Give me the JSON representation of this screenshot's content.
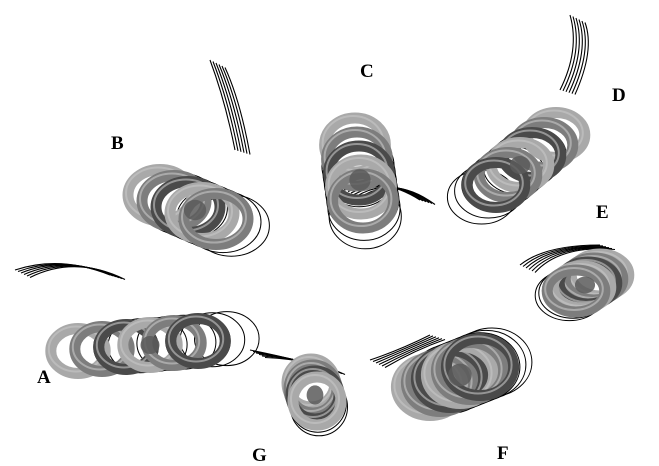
{
  "helices": [
    {
      "id": "A",
      "label": "A"
    },
    {
      "id": "B",
      "label": "B"
    },
    {
      "id": "C",
      "label": "C"
    },
    {
      "id": "D",
      "label": "D"
    },
    {
      "id": "E",
      "label": "E"
    },
    {
      "id": "F",
      "label": "F"
    },
    {
      "id": "G",
      "label": "G"
    }
  ],
  "colors": {
    "ribbon_dark": "#4a4a4a",
    "ribbon_mid": "#7d7d7d",
    "ribbon_light": "#a9a9a9",
    "trace_line": "#000000",
    "background": "#ffffff"
  }
}
